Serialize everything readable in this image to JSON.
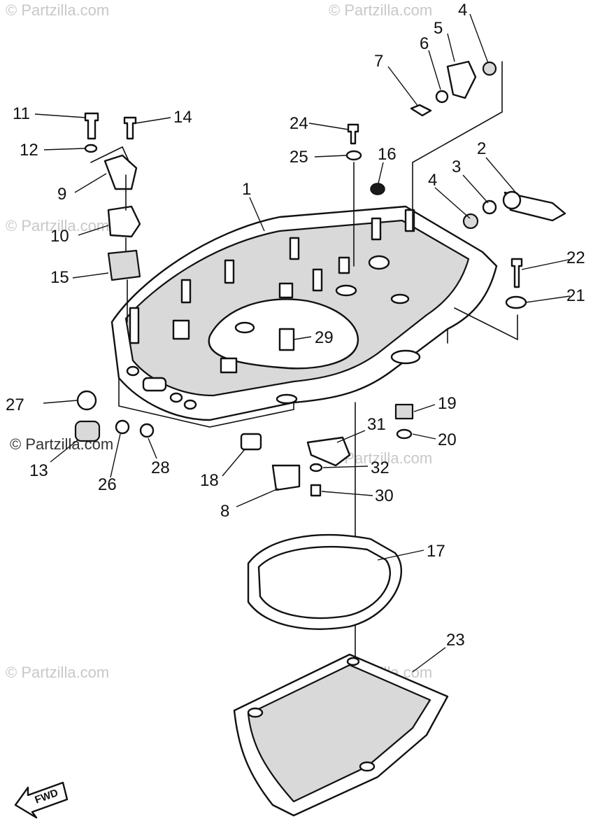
{
  "watermarks": {
    "top_left": "© Partzilla.com",
    "top_center": "© Partzilla.com",
    "mid_left": "© Partzilla.com",
    "mid_left_dark": "© Partzilla.com",
    "mid_center": "© Partzilla.com",
    "bottom_left": "© Partzilla.com",
    "bottom_center": "© Partzilla.com"
  },
  "fwd_label": "FWD",
  "callouts": {
    "c1": "1",
    "c2": "2",
    "c3": "3",
    "c4a": "4",
    "c4b": "4",
    "c5": "5",
    "c6": "6",
    "c7": "7",
    "c8": "8",
    "c9": "9",
    "c10": "10",
    "c11": "11",
    "c12": "12",
    "c13": "13",
    "c14": "14",
    "c15": "15",
    "c16": "16",
    "c17": "17",
    "c18": "18",
    "c19": "19",
    "c20": "20",
    "c21": "21",
    "c22": "22",
    "c23": "23",
    "c24": "24",
    "c25": "25",
    "c26": "26",
    "c27": "27",
    "c28": "28",
    "c29": "29",
    "c30": "30",
    "c31": "31",
    "c32": "32"
  }
}
